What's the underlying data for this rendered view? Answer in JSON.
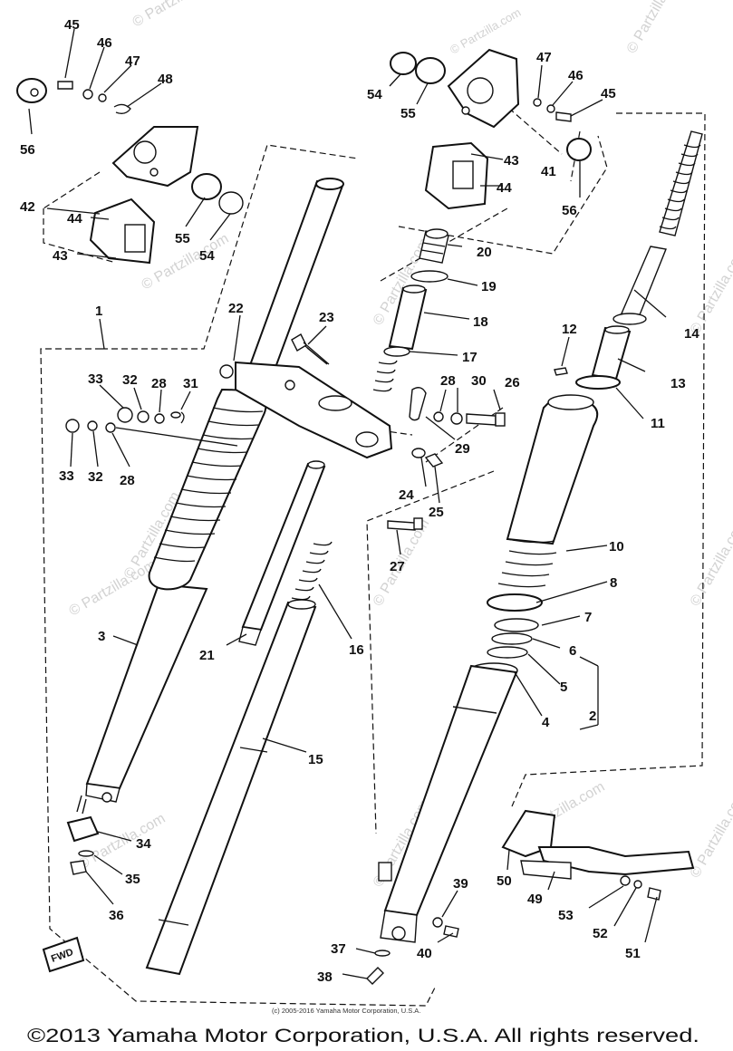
{
  "watermarks": [
    "© Partzilla.com",
    "© Partzilla.com",
    "© Partzilla.com",
    "© Partzilla.com",
    "© Partzilla.com",
    "© Partzilla.com",
    "© Partzilla.com",
    "© Partzilla.com",
    "© Partzilla.com",
    "© Partzilla.com",
    "© Partzilla.com",
    "© Partzilla.com",
    "© Partzilla.com",
    "© Partzilla.com"
  ],
  "fwd_label": "FWD",
  "callouts": {
    "n1": "1",
    "n2": "2",
    "n3": "3",
    "n4": "4",
    "n5": "5",
    "n6": "6",
    "n7": "7",
    "n8": "8",
    "n10": "10",
    "n11": "11",
    "n12": "12",
    "n13": "13",
    "n14": "14",
    "n15": "15",
    "n16": "16",
    "n17": "17",
    "n18": "18",
    "n19": "19",
    "n20": "20",
    "n21": "21",
    "n22": "22",
    "n23": "23",
    "n24": "24",
    "n25": "25",
    "n26": "26",
    "n27": "27",
    "n28a": "28",
    "n28b": "28",
    "n28c": "28",
    "n29": "29",
    "n30": "30",
    "n31": "31",
    "n32a": "32",
    "n32b": "32",
    "n33a": "33",
    "n33b": "33",
    "n34": "34",
    "n35": "35",
    "n36": "36",
    "n37": "37",
    "n38": "38",
    "n39": "39",
    "n40": "40",
    "n41": "41",
    "n42": "42",
    "n43a": "43",
    "n43b": "43",
    "n44a": "44",
    "n44b": "44",
    "n45a": "45",
    "n45b": "45",
    "n46a": "46",
    "n46b": "46",
    "n47a": "47",
    "n47b": "47",
    "n48": "48",
    "n49": "49",
    "n50": "50",
    "n51": "51",
    "n52": "52",
    "n53": "53",
    "n54a": "54",
    "n54b": "54",
    "n55a": "55",
    "n55b": "55",
    "n56a": "56",
    "n56b": "56"
  },
  "copyright_small": "(c) 2005-2016 Yamaha Motor Corporation, U.S.A.",
  "copyright_main": "©2013 Yamaha Motor Corporation, U.S.A. All rights reserved."
}
